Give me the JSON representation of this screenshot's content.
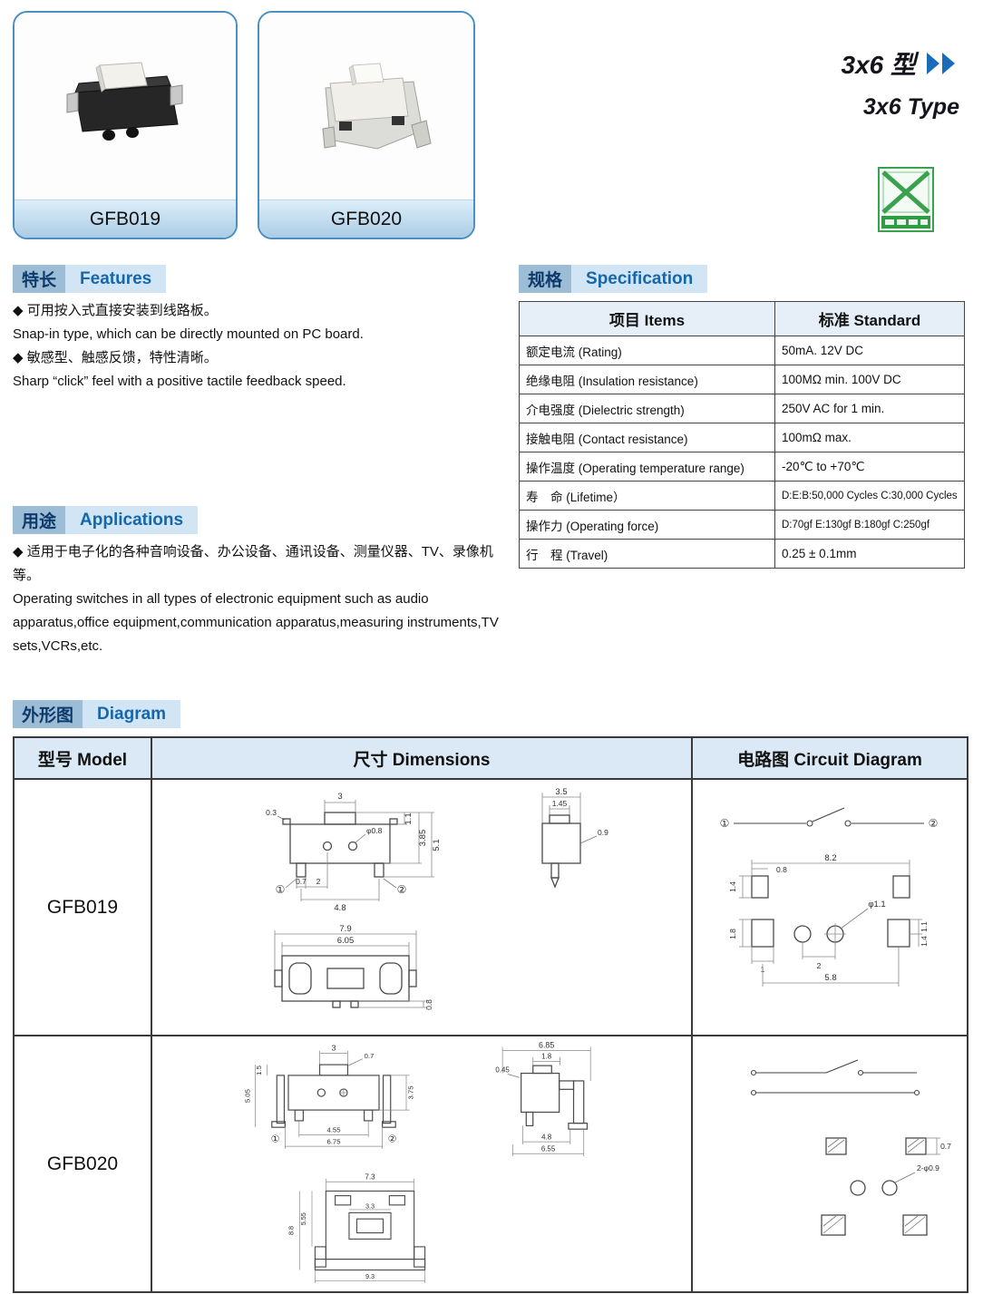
{
  "header": {
    "products": [
      {
        "label": "GFB019"
      },
      {
        "label": "GFB020"
      }
    ],
    "type_cn": "3x6 型",
    "type_en": "3x6 Type"
  },
  "features": {
    "heading_cn": "特长",
    "heading_en": "Features",
    "lines": [
      "◆ 可用按入式直接安装到线路板。",
      "Snap-in type, which can be directly mounted on PC board.",
      "◆ 敏感型、触感反馈，特性清晰。",
      "Sharp “click” feel with a positive tactile feedback speed."
    ]
  },
  "specification": {
    "heading_cn": "规格",
    "heading_en": "Specification",
    "col_items": "项目 Items",
    "col_standard": "标准 Standard",
    "rows": [
      {
        "item": "额定电流 (Rating)",
        "standard": "50mA. 12V DC"
      },
      {
        "item": "绝缘电阻 (Insulation resistance)",
        "standard": "100MΩ min. 100V DC"
      },
      {
        "item": "介电强度 (Dielectric strength)",
        "standard": "250V AC for 1 min."
      },
      {
        "item": "接触电阻 (Contact resistance)",
        "standard": "100mΩ max."
      },
      {
        "item": "操作温度 (Operating temperature range)",
        "standard": "-20℃ to +70℃"
      },
      {
        "item": "寿　命 (Lifetime）",
        "standard": "D:E:B:50,000 Cycles  C:30,000 Cycles"
      },
      {
        "item": "操作力 (Operating force)",
        "standard": "D:70gf  E:130gf  B:180gf  C:250gf"
      },
      {
        "item": "行　程 (Travel)",
        "standard": "0.25 ± 0.1mm"
      }
    ]
  },
  "applications": {
    "heading_cn": "用途",
    "heading_en": "Applications",
    "text_cn": "◆ 适用于电子化的各种音响设备、办公设备、通讯设备、测量仪器、TV、录像机等。",
    "text_en": "Operating switches in all types of electronic equipment such as audio apparatus,office equipment,communication apparatus,measuring instruments,TV sets,VCRs,etc."
  },
  "diagram": {
    "heading_cn": "外形图",
    "heading_en": "Diagram",
    "col_model": "型号 Model",
    "col_dimensions": "尺寸 Dimensions",
    "col_circuit": "电路图 Circuit Diagram",
    "rows": [
      {
        "model": "GFB019"
      },
      {
        "model": "GFB020"
      }
    ]
  },
  "drawings": {
    "gfb019": {
      "front": [
        "3",
        "0.3",
        "1.1",
        "3.85",
        "5.1",
        "φ0.8",
        "0.7",
        "2",
        "4.8",
        "①",
        "②"
      ],
      "side": [
        "3.5",
        "1.45",
        "0.9"
      ],
      "bottom": [
        "7.9",
        "6.05",
        "0.8"
      ],
      "circuit": [
        "①",
        "②",
        "8.2",
        "0.8",
        "1.4",
        "φ1.1",
        "1.1",
        "1.8",
        "2",
        "1.4",
        "1",
        "5.8"
      ]
    },
    "gfb020": {
      "front": [
        "3",
        "0.7",
        "1.5",
        "5.05",
        "3.75",
        "4.55",
        "6.75",
        "①",
        "②"
      ],
      "side": [
        "6.85",
        "1.8",
        "0.45",
        "4.8",
        "6.55"
      ],
      "bottom": [
        "7.3",
        "5.55",
        "8.8",
        "3.3",
        "9.3"
      ],
      "circuit": [
        "0.7",
        "2-φ0.9"
      ]
    }
  }
}
